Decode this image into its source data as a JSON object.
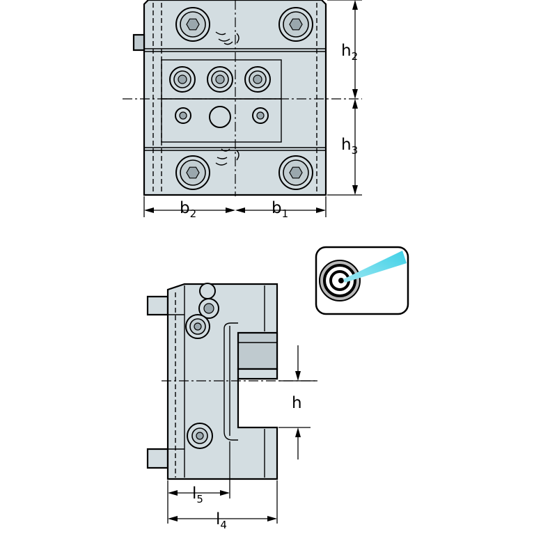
{
  "dimensions": {
    "h2": {
      "letter": "h",
      "sub": "2"
    },
    "h3": {
      "letter": "h",
      "sub": "3"
    },
    "b1": {
      "letter": "b",
      "sub": "1"
    },
    "b2": {
      "letter": "b",
      "sub": "2"
    },
    "h": {
      "letter": "h",
      "sub": ""
    },
    "l4": {
      "letter": "l",
      "sub": "4"
    },
    "l5": {
      "letter": "l",
      "sub": "5"
    }
  },
  "icons": {
    "coolant": "internal-coolant-target-icon"
  },
  "colors": {
    "part_fill": "#d3dde1",
    "coolant_jet": "#3fd0e6",
    "line": "#000000"
  }
}
